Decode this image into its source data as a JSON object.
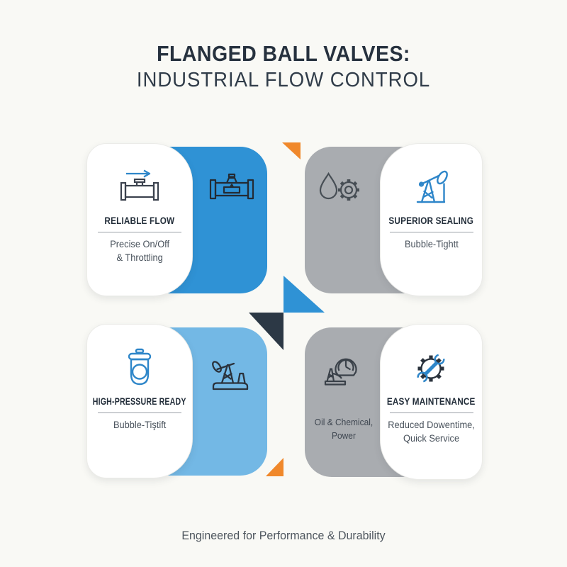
{
  "title": {
    "line1": "FLANGED BALL VALVES:",
    "line2": "INDUSTRIAL FLOW CONTROL"
  },
  "features": {
    "reliable_flow": {
      "heading": "RELIABLE FLOW",
      "subtext": "Precise On/Off\n& Throttling"
    },
    "superior_sealing": {
      "heading": "SUPERIOR SEALING",
      "subtext": "Bubble-Tightt"
    },
    "high_pressure": {
      "heading": "HIGH-PRESSURE READY",
      "subtext": "Bubble-Tiştift"
    },
    "easy_maintenance": {
      "heading": "EASY MAINTENANCE",
      "subtext": "Reduced Dowentime,\nQuick Service",
      "panel_label": "Oil & Chemical,\nPower"
    }
  },
  "icons": {
    "reliable_flow_card": "flow-valve-icon",
    "reliable_flow_panel": "flanged-valve-icon",
    "superior_sealing_panel": "droplet-gear-icon",
    "superior_sealing_card": "oil-derrick-icon",
    "high_pressure_card": "pressure-valve-icon",
    "high_pressure_panel": "pumpjack-icon",
    "easy_maintenance_panel": "gauge-rig-icon",
    "easy_maintenance_card": "gear-wrench-icon"
  },
  "footer": "Engineered for Performance & Durability",
  "colors": {
    "accent_blue": "#2F92D5",
    "light_blue": "#73B8E5",
    "panel_gray": "#A9ACB0",
    "orange": "#F0882B",
    "dark_navy": "#2C3845",
    "heading_text": "#232E3A",
    "subtext": "#47505A",
    "background": "#F9F9F5"
  }
}
